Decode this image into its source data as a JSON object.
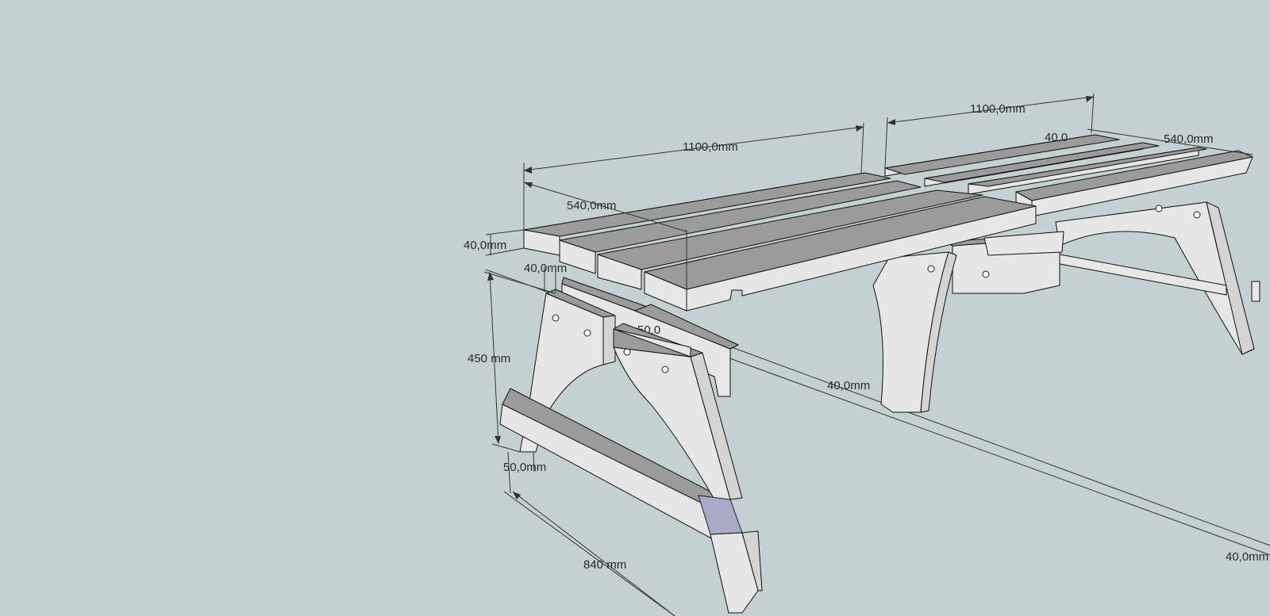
{
  "dimensions": {
    "bench_length": "1100,0mm",
    "table_length": "1100,0mm",
    "bench_width": "540,0mm",
    "table_width": "540,0mm",
    "bench_thickness": "40,0mm",
    "bench_end_thickness": "40,0mm",
    "leg_height": "450 mm",
    "leg_offset": "50,0mm",
    "base_length": "840 mm",
    "long_rail": "40,0mm",
    "far_rail": "40,0mm",
    "table_thickness_partial": "40,0",
    "hidden_partial": "50,0"
  },
  "colors": {
    "background": "#c4d0d1",
    "top_face": "#9b9b9b",
    "front_face": "#e6e6e6",
    "selection": "#a8aac8"
  }
}
